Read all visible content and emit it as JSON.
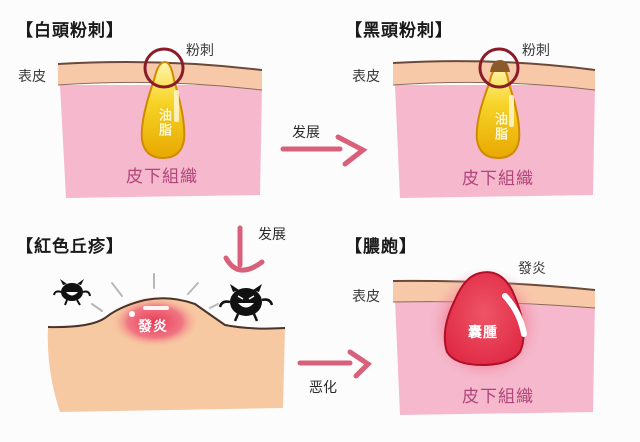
{
  "panels": {
    "whitehead": {
      "title": "【白頭粉刺】",
      "comedo_label": "粉刺",
      "epidermis_label": "表皮",
      "sebum_label": "油脂",
      "subcutaneous_label": "皮下組織"
    },
    "blackhead": {
      "title": "【黑頭粉刺】",
      "comedo_label": "粉刺",
      "epidermis_label": "表皮",
      "sebum_label": "油脂",
      "subcutaneous_label": "皮下組織"
    },
    "papule": {
      "title": "【紅色丘疹】",
      "inflammation_label": "發炎"
    },
    "pustule": {
      "title": "【膿皰】",
      "inflammation_label": "發炎",
      "epidermis_label": "表皮",
      "cyst_label": "囊腫",
      "subcutaneous_label": "皮下組織"
    }
  },
  "arrows": {
    "top_right": "发展",
    "down": "发展",
    "bottom_right": "恶化"
  },
  "colors": {
    "background": "#fdfcfc",
    "subcutaneous": "#f5b8cc",
    "epidermis": "#f8c9a8",
    "skin_line": "#6b4a3a",
    "sebum": "#f2c400",
    "circle": "#8a1c2a",
    "arrow": "#d9607a",
    "inflammation": "#e8455a",
    "papule_skin": "#f7c9a2",
    "bacteria": "#111111"
  }
}
